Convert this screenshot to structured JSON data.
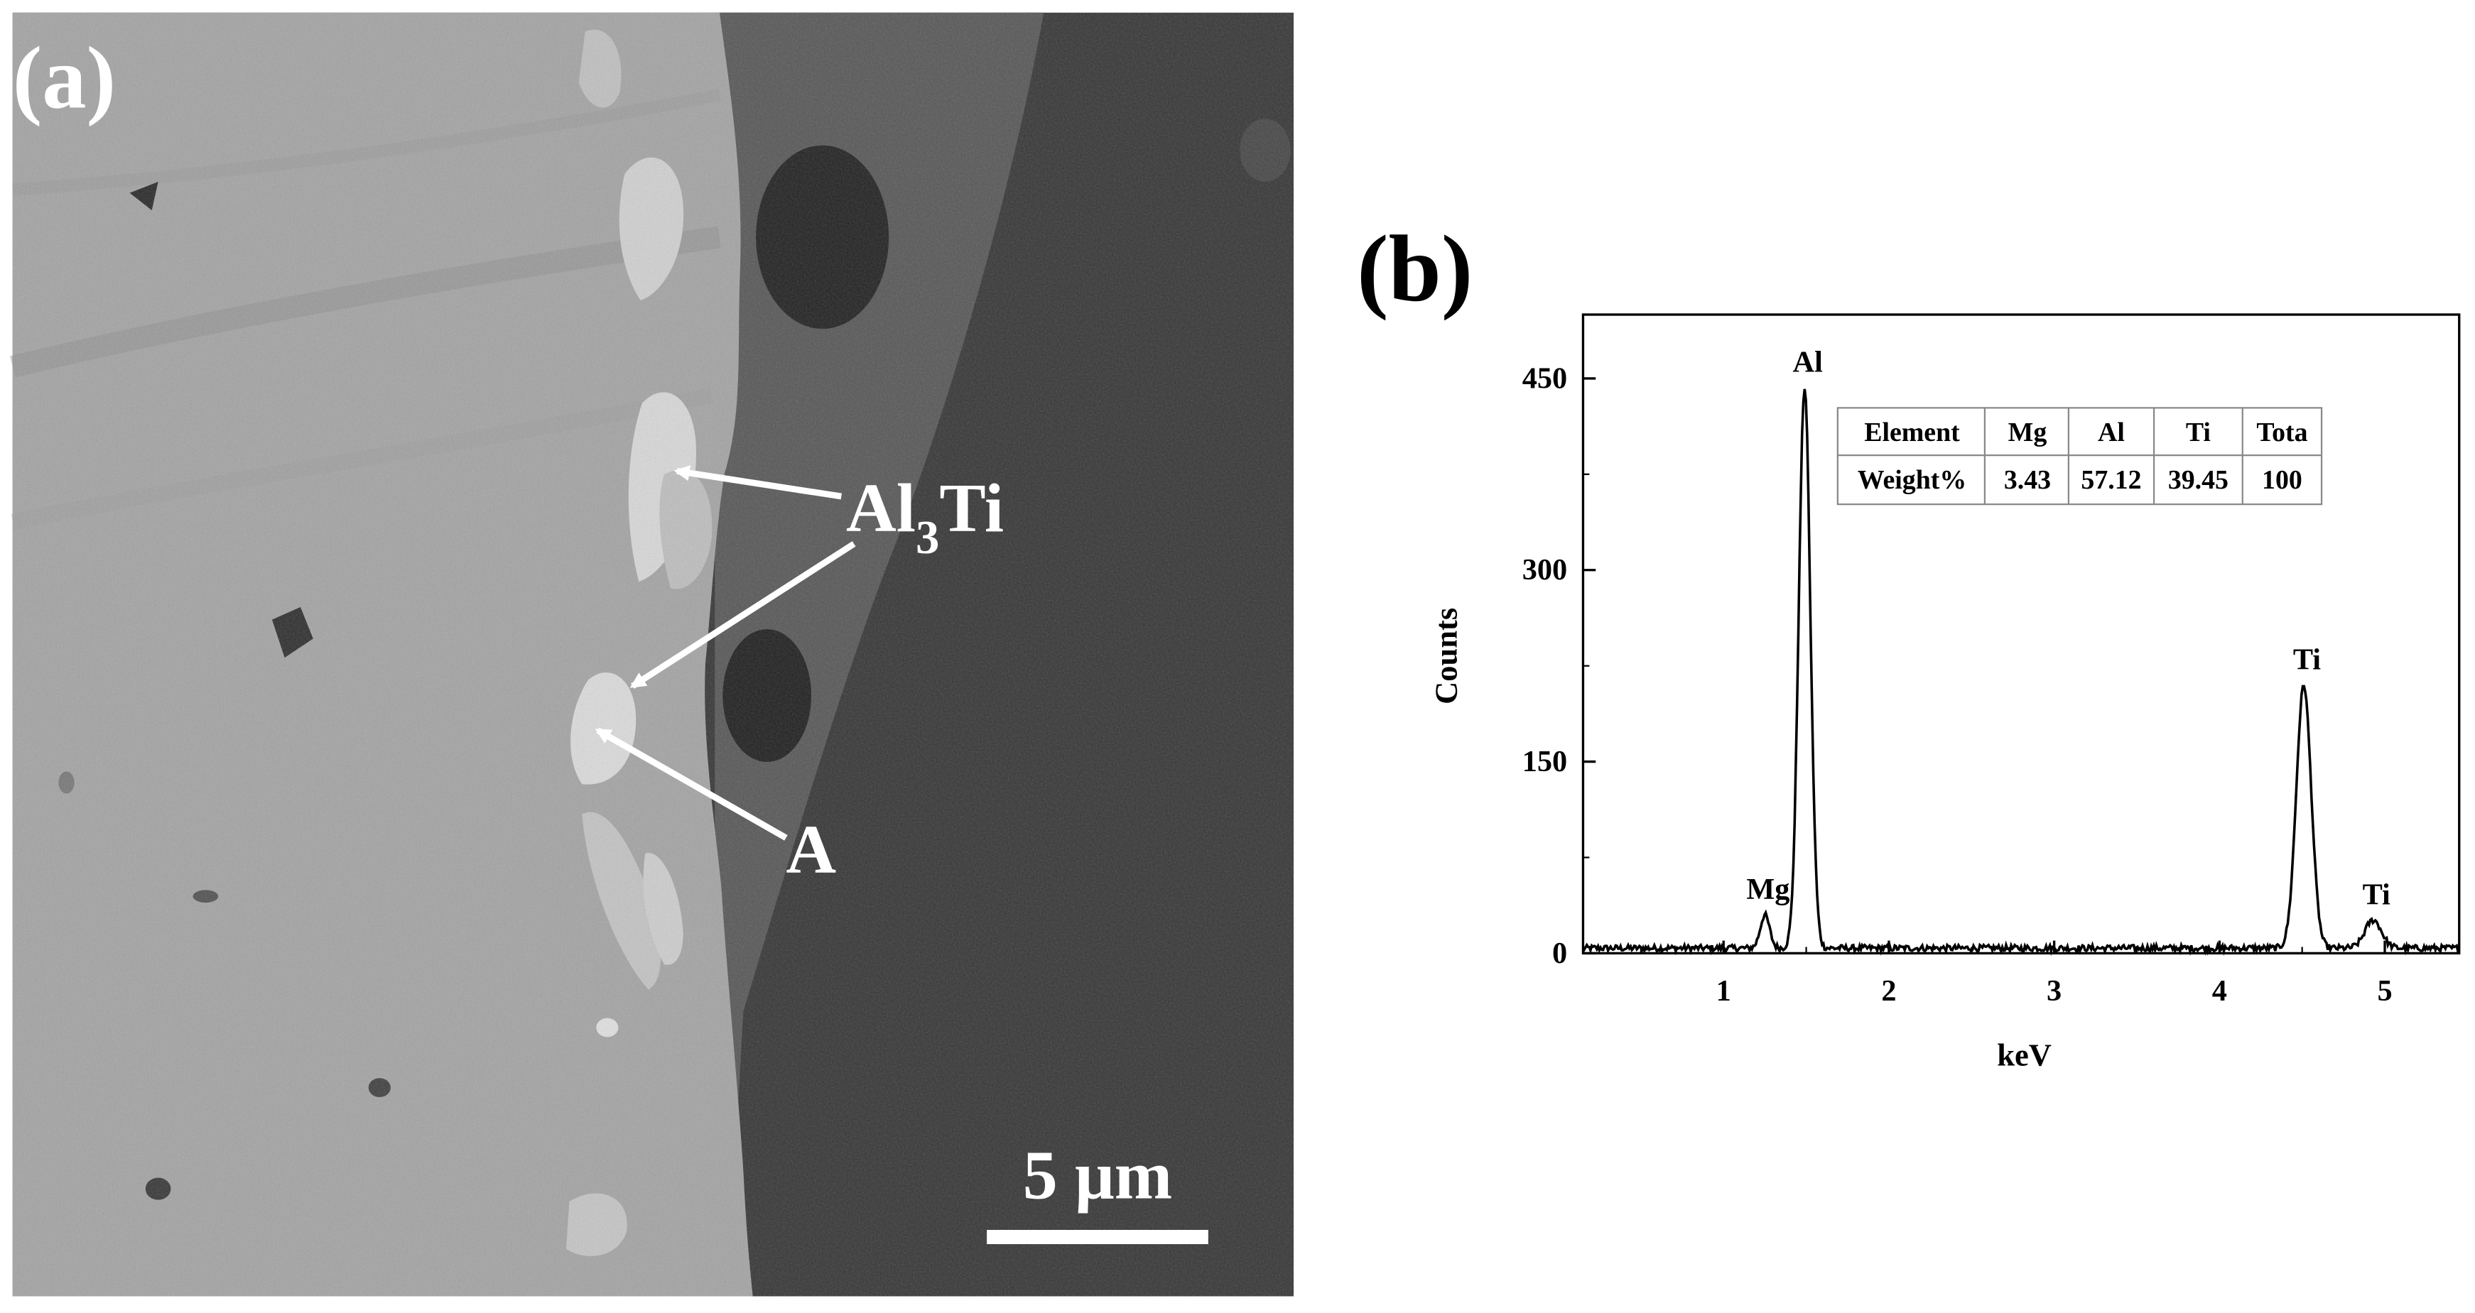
{
  "panel_a": {
    "label": "(a)",
    "annotations": {
      "phase_main": "Al",
      "phase_sub": "3",
      "phase_tail": "Ti",
      "point": "A"
    },
    "scale_bar": "5 μm",
    "colors": {
      "matrix": "#a4a4a4",
      "reaction_layer": "#c6c6c6",
      "particle": "#d9d9d9",
      "dark_region": "#3a3a3a",
      "mid_region": "#5a5a5a",
      "annotation": "#ffffff"
    }
  },
  "panel_b": {
    "label": "(b)",
    "table": {
      "headers": [
        "Element",
        "Mg",
        "Al",
        "Ti",
        "Tota"
      ],
      "rows": [
        [
          "Weight%",
          "3.43",
          "57.12",
          "39.45",
          "100"
        ]
      ]
    }
  },
  "chart_data": {
    "type": "line",
    "xlabel": "keV",
    "ylabel": "Counts",
    "xlim": [
      0.15,
      5.45
    ],
    "ylim": [
      0,
      500
    ],
    "x_ticks": [
      1,
      2,
      3,
      4,
      5
    ],
    "y_ticks": [
      0,
      150,
      300,
      450
    ],
    "grid": false,
    "baseline_counts": 4,
    "peaks": [
      {
        "label": "Mg",
        "x": 1.25,
        "y": 30
      },
      {
        "label": "Al",
        "x": 1.49,
        "y": 443
      },
      {
        "label": "Ti",
        "x": 4.51,
        "y": 210
      },
      {
        "label": "Ti",
        "x": 4.93,
        "y": 26
      }
    ],
    "line_color": "#000000"
  }
}
